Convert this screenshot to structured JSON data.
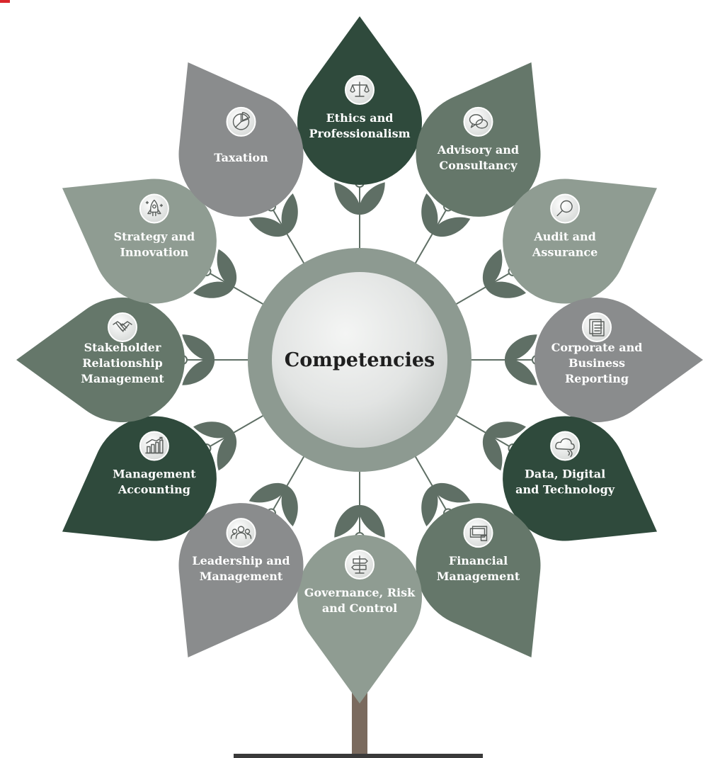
{
  "title": "Competencies",
  "colors": {
    "dark_green": "#2f4a3c",
    "mid_green": "#65776a",
    "sage": "#8f9c92",
    "grey": "#8a8c8d",
    "leaf": "#5f6f65",
    "ring": "#8d9a91",
    "trunk": "#7a6a5e"
  },
  "competencies": [
    {
      "lines": [
        "Ethics and",
        "Professionalism"
      ],
      "icon": "scales-icon",
      "color": "dark_green"
    },
    {
      "lines": [
        "Advisory and",
        "Consultancy"
      ],
      "icon": "speech-bubbles-icon",
      "color": "mid_green"
    },
    {
      "lines": [
        "Audit and",
        "Assurance"
      ],
      "icon": "magnifier-icon",
      "color": "sage"
    },
    {
      "lines": [
        "Corporate and",
        "Business",
        "Reporting"
      ],
      "icon": "documents-icon",
      "color": "grey"
    },
    {
      "lines": [
        "Data, Digital",
        "and Technology"
      ],
      "icon": "cloud-icon",
      "color": "dark_green"
    },
    {
      "lines": [
        "Financial",
        "Management"
      ],
      "icon": "cash-icon",
      "color": "mid_green"
    },
    {
      "lines": [
        "Governance, Risk",
        "and Control"
      ],
      "icon": "signpost-icon",
      "color": "sage"
    },
    {
      "lines": [
        "Leadership and",
        "Management"
      ],
      "icon": "team-icon",
      "color": "grey"
    },
    {
      "lines": [
        "Management",
        "Accounting"
      ],
      "icon": "bar-chart-icon",
      "color": "dark_green"
    },
    {
      "lines": [
        "Stakeholder",
        "Relationship",
        "Management"
      ],
      "icon": "handshake-icon",
      "color": "mid_green"
    },
    {
      "lines": [
        "Strategy and",
        "Innovation"
      ],
      "icon": "rocket-icon",
      "color": "sage"
    },
    {
      "lines": [
        "Taxation"
      ],
      "icon": "pie-chart-icon",
      "color": "grey"
    }
  ]
}
